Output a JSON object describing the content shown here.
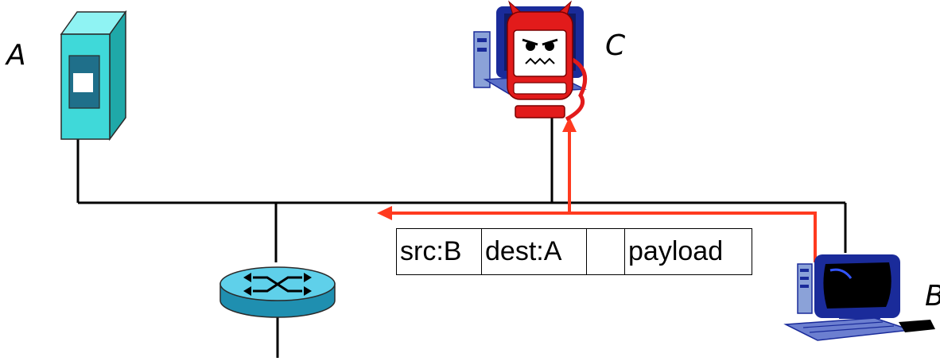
{
  "nodes": {
    "a": {
      "label": "A"
    },
    "b": {
      "label": "B"
    },
    "c": {
      "label": "C"
    }
  },
  "packet": {
    "fields": [
      "src:B",
      "dest:A",
      "",
      "payload"
    ]
  },
  "colors": {
    "path": "#ff3a1f",
    "wire": "#000000",
    "server": "#3fd9d9",
    "router": "#2fb6d6",
    "monitor_frame": "#1a2b9a",
    "attacker": "#e21b1b"
  },
  "icons": {
    "a": "server-icon",
    "b": "desktop-computer-icon",
    "c": "devil-computer-icon",
    "router": "router-icon"
  }
}
